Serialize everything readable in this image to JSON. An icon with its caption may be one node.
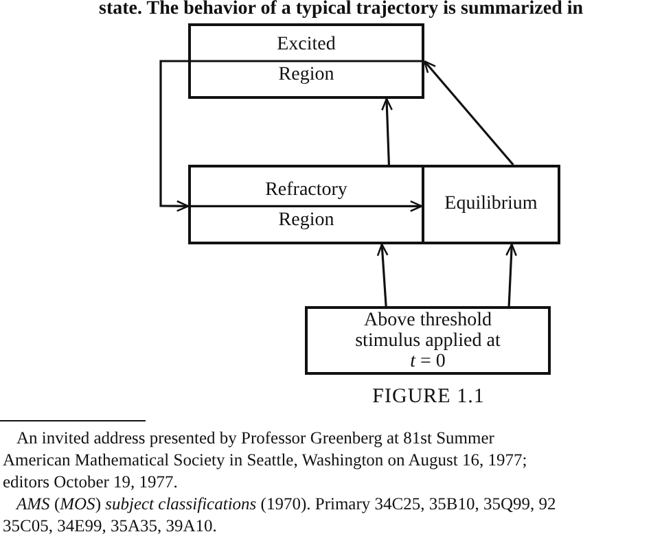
{
  "diagram": {
    "caption": "FIGURE 1.1",
    "nodes": [
      {
        "text": [
          "Excited Region"
        ]
      },
      {
        "text": [
          "Refractory Region"
        ]
      },
      {
        "text": [
          "Equilibrium"
        ]
      },
      {
        "text": [
          "Above threshold stimulus applied at *t* = 0"
        ]
      }
    ],
    "edges": [
      {
        "from": 3,
        "to": 1,
        "arrow": "to"
      },
      {
        "from": 3,
        "to": 2,
        "arrow": "to"
      },
      {
        "from": 2,
        "to": 0,
        "arrow": "to"
      },
      {
        "from": 1,
        "to": 0,
        "arrow": "to"
      },
      {
        "from": 0,
        "to": 1,
        "arrow": "to"
      },
      {
        "from": 1,
        "to": 2,
        "arrow": "to"
      }
    ],
    "labels": [
      "state. The behavior of a typical trajectory is summarized in",
      "An invited address presented by Professor Greenberg at 81st Summer",
      "American Mathematical Society in Seattle, Washington on August 16, 1977;",
      "editors October 19, 1977.",
      "*AMS* (*MOS*) *subject classifications* (1970). Primary 34C25, 35B10, 35Q99, 92",
      "35C05, 34E99, 35A35, 39A10."
    ]
  }
}
